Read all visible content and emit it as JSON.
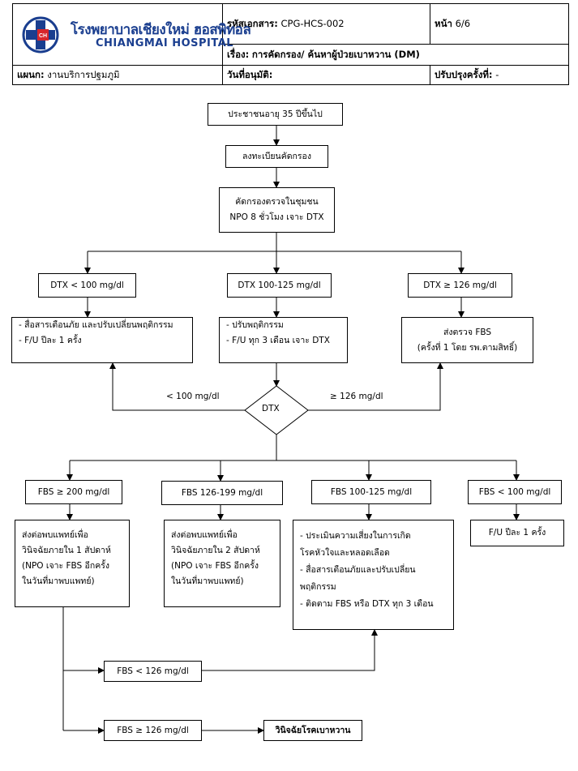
{
  "header": {
    "hospital_th": "โรงพยาบาลเชียงใหม่ ฮอสพิทอล",
    "hospital_en": "CHIANGMAI HOSPITAL",
    "logo_text": "CH",
    "doc_code_label": "รหัสเอกสาร:",
    "doc_code_value": "CPG-HCS-002",
    "page_label": "หน้า",
    "page_value": "6/6",
    "subject_label": "เรื่อง:",
    "subject_value": "การคัดกรอง/ ค้นหาผู้ป่วยเบาหวาน (DM)",
    "dept_label": "แผนก:",
    "dept_value": "งานบริการปฐมภูมิ",
    "approve_label": "วันที่อนุมัติ:",
    "approve_value": "",
    "revision_label": "ปรับปรุงครั้งที่:",
    "revision_value": "-"
  },
  "flow": {
    "start": "ประชาชนอายุ 35 ปีขึ้นไป",
    "register": "ลงทะเบียนคัดกรอง",
    "screen_line1": "คัดกรองตรวจในชุมชน",
    "screen_line2": "NPO 8 ชั่วโมง เจาะ DTX",
    "dtx_low": "DTX < 100 mg/dl",
    "dtx_mid": "DTX 100-125 mg/dl",
    "dtx_high": "DTX ≥ 126 mg/dl",
    "low_action_1": "- สื่อสารเตือนภัย และปรับเปลี่ยนพฤติกรรม",
    "low_action_2": "- F/U ปีละ 1 ครั้ง",
    "mid_action_1": "- ปรับพฤติกรรม",
    "mid_action_2": "- F/U ทุก 3 เดือน เจาะ DTX",
    "high_action_1": "ส่งตรวจ FBS",
    "high_action_2": "(ครั้งที่ 1 โดย รพ.ตามสิทธิ์)",
    "diamond": "DTX",
    "diamond_left_label": "< 100 mg/dl",
    "diamond_right_label": "≥ 126 mg/dl",
    "fbs_200": "FBS ≥ 200 mg/dl",
    "fbs_126_199": "FBS 126-199 mg/dl",
    "fbs_100_125": "FBS 100-125 mg/dl",
    "fbs_100": "FBS < 100 mg/dl",
    "refer1_1": "ส่งต่อพบแพทย์เพื่อ",
    "refer1_2": "วินิจฉัยภายใน 1 สัปดาห์",
    "refer1_3": "(NPO เจาะ FBS อีกครั้ง",
    "refer1_4": "ในวันที่มาพบแพทย์)",
    "refer2_1": "ส่งต่อพบแพทย์เพื่อ",
    "refer2_2": "วินิจฉัยภายใน 2 สัปดาห์",
    "refer2_3": "(NPO เจาะ FBS อีกครั้ง",
    "refer2_4": "ในวันที่มาพบแพทย์)",
    "risk_1": "- ประเมินความเสี่ยงในการเกิด",
    "risk_2": "โรคหัวใจและหลอดเลือด",
    "risk_3": "- สื่อสารเตือนภัยและปรับเปลี่ยน",
    "risk_4": "พฤติกรรม",
    "risk_5": "- ติดตาม FBS หรือ DTX ทุก 3 เดือน",
    "fu_yearly": "F/U ปีละ 1 ครั้ง",
    "fbs_lt126": "FBS < 126 mg/dl",
    "fbs_ge126": "FBS ≥ 126 mg/dl",
    "diagnosis": "วินิจฉัยโรคเบาหวาน"
  },
  "colors": {
    "brand_blue": "#1a3e8f",
    "logo_red": "#d7262b"
  }
}
